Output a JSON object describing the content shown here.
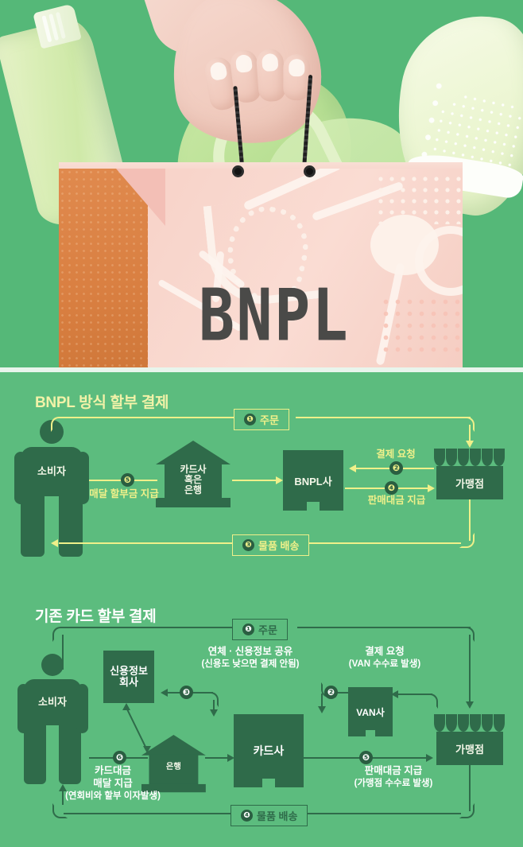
{
  "photo": {
    "bag_text": "BNPL",
    "alt_items": [
      "water-bottle",
      "green-sandal",
      "white-sneaker",
      "hand",
      "pink-shopping-bag"
    ]
  },
  "diagram1": {
    "title": "BNPL 방식 할부 결제",
    "accent_color": "#eff08a",
    "nodes": {
      "consumer": "소비자",
      "card_or_bank": [
        "카드사",
        "혹은",
        "은행"
      ],
      "bnpl": "BNPL사",
      "merchant": "가맹점"
    },
    "steps": [
      {
        "num": "❶",
        "label": "주문"
      },
      {
        "num": "❷",
        "label": "결제 요청"
      },
      {
        "num": "❸",
        "label": "물품 배송"
      },
      {
        "num": "❹",
        "label": "판매대금 지급"
      },
      {
        "num": "❺",
        "label": "매달 할부금 지급"
      }
    ]
  },
  "diagram2": {
    "title": "기존 카드 할부 결제",
    "accent_color": "#ffffff",
    "nodes": {
      "consumer": "소비자",
      "credit_bureau": [
        "신용정보",
        "회사"
      ],
      "bank": "은행",
      "card_company": "카드사",
      "van": "VAN사",
      "merchant": "가맹점"
    },
    "steps": [
      {
        "num": "❶",
        "label": "주문"
      },
      {
        "num": "❷",
        "label": "결제 요청",
        "sub": "(VAN 수수료 발생)"
      },
      {
        "num": "❸",
        "label": "연체 · 신용정보 공유",
        "sub": "(신용도 낮으면 결제 안됨)"
      },
      {
        "num": "❹",
        "label": "물품 배송"
      },
      {
        "num": "❺",
        "label": "판매대금 지급",
        "sub": "(가맹점 수수료 발생)"
      },
      {
        "num": "❻",
        "label": "카드대금",
        "label2": "매달 지급",
        "sub": "(연회비와 할부 이자발생)"
      }
    ]
  },
  "colors": {
    "background_green": "#5cbc7e",
    "node_dark_green": "#2f6b4a",
    "accent_yellow": "#eff08a",
    "bag_pink": "#f8d5cb",
    "bag_orange": "#d97f41"
  }
}
